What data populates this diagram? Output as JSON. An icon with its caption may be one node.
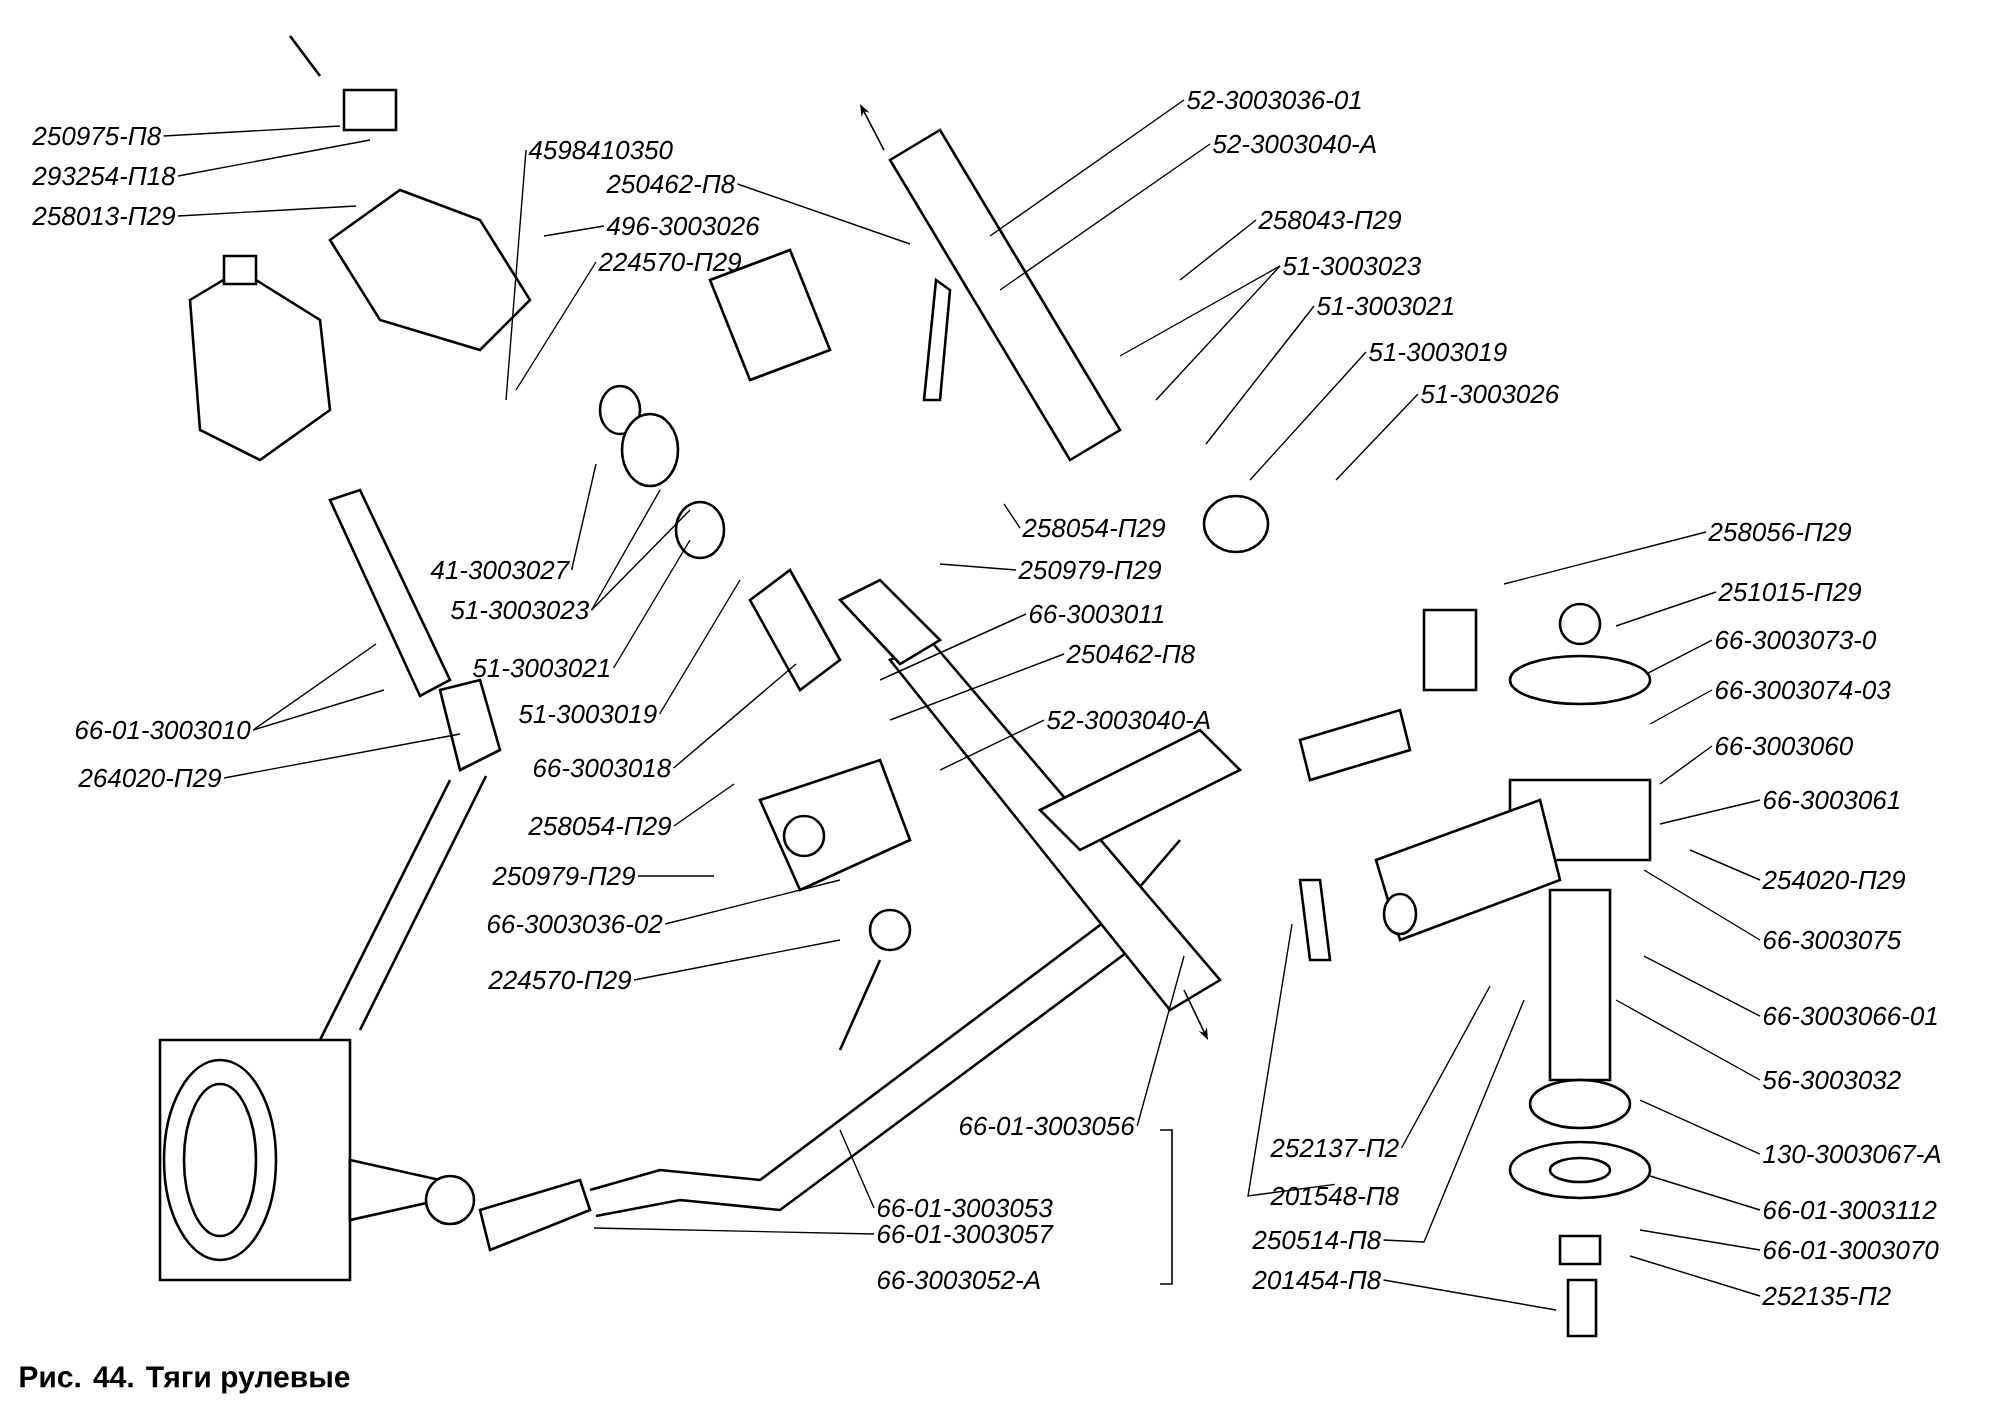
{
  "diagram": {
    "caption": "Рис. 44. Тяги рулевые",
    "nodes": [
      {
        "text": [
          "250975-П8"
        ]
      },
      {
        "text": [
          "293254-П18"
        ]
      },
      {
        "text": [
          "258013-П29"
        ]
      },
      {
        "text": [
          "4598410350"
        ]
      },
      {
        "text": [
          "250462-П8"
        ]
      },
      {
        "text": [
          "496-3003026"
        ]
      },
      {
        "text": [
          "224570-П29"
        ]
      },
      {
        "text": [
          "52-3003036-01"
        ]
      },
      {
        "text": [
          "52-3003040-А"
        ]
      },
      {
        "text": [
          "258043-П29"
        ]
      },
      {
        "text": [
          "51-3003023"
        ]
      },
      {
        "text": [
          "51-3003021"
        ]
      },
      {
        "text": [
          "51-3003019"
        ]
      },
      {
        "text": [
          "51-3003026"
        ]
      },
      {
        "text": [
          "258054-П29"
        ]
      },
      {
        "text": [
          "250979-П29"
        ]
      },
      {
        "text": [
          "66-3003011"
        ]
      },
      {
        "text": [
          "250462-П8"
        ]
      },
      {
        "text": [
          "52-3003040-А"
        ]
      },
      {
        "text": [
          "41-3003027"
        ]
      },
      {
        "text": [
          "51-3003023"
        ]
      },
      {
        "text": [
          "51-3003021"
        ]
      },
      {
        "text": [
          "51-3003019"
        ]
      },
      {
        "text": [
          "66-3003018"
        ]
      },
      {
        "text": [
          "66-01-3003010"
        ]
      },
      {
        "text": [
          "264020-П29"
        ]
      },
      {
        "text": [
          "258054-П29"
        ]
      },
      {
        "text": [
          "250979-П29"
        ]
      },
      {
        "text": [
          "66-3003036-02"
        ]
      },
      {
        "text": [
          "224570-П29"
        ]
      },
      {
        "text": [
          "258056-П29"
        ]
      },
      {
        "text": [
          "251015-П29"
        ]
      },
      {
        "text": [
          "66-3003073-0"
        ]
      },
      {
        "text": [
          "66-3003074-03"
        ]
      },
      {
        "text": [
          "66-3003060"
        ]
      },
      {
        "text": [
          "66-3003061"
        ]
      },
      {
        "text": [
          "254020-П29"
        ]
      },
      {
        "text": [
          "66-3003075"
        ]
      },
      {
        "text": [
          "66-3003066-01"
        ]
      },
      {
        "text": [
          "56-3003032"
        ]
      },
      {
        "text": [
          "130-3003067-А"
        ]
      },
      {
        "text": [
          "66-01-3003112"
        ]
      },
      {
        "text": [
          "66-01-3003070"
        ]
      },
      {
        "text": [
          "252135-П2"
        ]
      },
      {
        "text": [
          "252137-П2"
        ]
      },
      {
        "text": [
          "201548-П8"
        ]
      },
      {
        "text": [
          "250514-П8"
        ]
      },
      {
        "text": [
          "201454-П8"
        ]
      },
      {
        "text": [
          "66-01-3003056"
        ]
      },
      {
        "text": [
          "66-01-3003053"
        ]
      },
      {
        "text": [
          "66-01-3003057"
        ]
      },
      {
        "text": [
          "66-3003052-А"
        ]
      }
    ],
    "edges": [
      {
        "from": 0,
        "to": null,
        "arrow": "none"
      },
      {
        "from": 1,
        "to": null,
        "arrow": "none"
      },
      {
        "from": 2,
        "to": null,
        "arrow": "none"
      },
      {
        "from": 3,
        "to": null,
        "arrow": "none"
      },
      {
        "from": 4,
        "to": null,
        "arrow": "none"
      },
      {
        "from": 5,
        "to": null,
        "arrow": "none"
      },
      {
        "from": 6,
        "to": null,
        "arrow": "none"
      },
      {
        "from": 7,
        "to": null,
        "arrow": "none"
      },
      {
        "from": 8,
        "to": null,
        "arrow": "none"
      },
      {
        "from": 9,
        "to": null,
        "arrow": "none"
      },
      {
        "from": 10,
        "to": null,
        "arrow": "none"
      },
      {
        "from": 10,
        "to": null,
        "arrow": "none"
      },
      {
        "from": 11,
        "to": null,
        "arrow": "none"
      },
      {
        "from": 12,
        "to": null,
        "arrow": "none"
      },
      {
        "from": 13,
        "to": null,
        "arrow": "none"
      },
      {
        "from": 14,
        "to": null,
        "arrow": "none"
      },
      {
        "from": 15,
        "to": null,
        "arrow": "none"
      },
      {
        "from": 16,
        "to": null,
        "arrow": "none"
      },
      {
        "from": 17,
        "to": null,
        "arrow": "none"
      },
      {
        "from": 18,
        "to": null,
        "arrow": "none"
      },
      {
        "from": 19,
        "to": null,
        "arrow": "none"
      },
      {
        "from": 20,
        "to": null,
        "arrow": "none"
      },
      {
        "from": 20,
        "to": null,
        "arrow": "none"
      },
      {
        "from": 21,
        "to": null,
        "arrow": "none"
      },
      {
        "from": 22,
        "to": null,
        "arrow": "none"
      },
      {
        "from": 23,
        "to": null,
        "arrow": "none"
      },
      {
        "from": 24,
        "to": null,
        "arrow": "none"
      },
      {
        "from": 24,
        "to": null,
        "arrow": "none"
      },
      {
        "from": 25,
        "to": null,
        "arrow": "none"
      },
      {
        "from": 26,
        "to": null,
        "arrow": "none"
      },
      {
        "from": 27,
        "to": null,
        "arrow": "none"
      },
      {
        "from": 28,
        "to": null,
        "arrow": "none"
      },
      {
        "from": 29,
        "to": null,
        "arrow": "none"
      },
      {
        "from": 30,
        "to": null,
        "arrow": "none"
      },
      {
        "from": 31,
        "to": null,
        "arrow": "none"
      },
      {
        "from": 32,
        "to": null,
        "arrow": "none"
      },
      {
        "from": 33,
        "to": null,
        "arrow": "none"
      },
      {
        "from": 34,
        "to": null,
        "arrow": "none"
      },
      {
        "from": 35,
        "to": null,
        "arrow": "none"
      },
      {
        "from": 36,
        "to": null,
        "arrow": "none"
      },
      {
        "from": 37,
        "to": null,
        "arrow": "none"
      },
      {
        "from": 38,
        "to": null,
        "arrow": "none"
      },
      {
        "from": 39,
        "to": null,
        "arrow": "none"
      },
      {
        "from": 40,
        "to": null,
        "arrow": "none"
      },
      {
        "from": 41,
        "to": null,
        "arrow": "none"
      },
      {
        "from": 42,
        "to": null,
        "arrow": "none"
      },
      {
        "from": 43,
        "to": null,
        "arrow": "none"
      },
      {
        "from": 44,
        "to": null,
        "arrow": "none"
      },
      {
        "from": 45,
        "to": null,
        "arrow": "none"
      },
      {
        "from": 46,
        "to": null,
        "arrow": "none"
      },
      {
        "from": 47,
        "to": null,
        "arrow": "none"
      },
      {
        "from": 48,
        "to": null,
        "arrow": "none"
      },
      {
        "from": 49,
        "to": null,
        "arrow": "none"
      },
      {
        "from": 50,
        "to": null,
        "arrow": "none"
      }
    ]
  }
}
